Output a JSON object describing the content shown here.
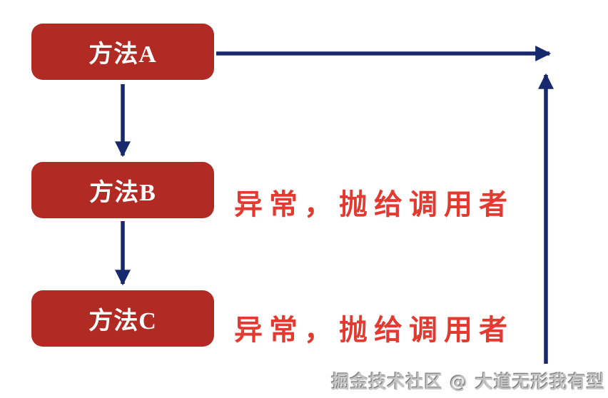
{
  "diagram": {
    "nodes": [
      {
        "id": "method-a",
        "label": "方法A"
      },
      {
        "id": "method-b",
        "label": "方法B"
      },
      {
        "id": "method-c",
        "label": "方法C"
      }
    ],
    "annotations": [
      {
        "target": "method-b",
        "text": "异常，抛给调用者"
      },
      {
        "target": "method-c",
        "text": "异常，抛给调用者"
      }
    ],
    "edges": [
      {
        "from": "method-a",
        "to": "method-b",
        "direction": "down"
      },
      {
        "from": "method-b",
        "to": "method-c",
        "direction": "down"
      },
      {
        "from": "method-a",
        "to": "right",
        "direction": "right"
      },
      {
        "from": "bottom-right",
        "to": "top-right",
        "direction": "up"
      }
    ],
    "watermark": "掘金技术社区 @ 大道无形我有型",
    "colors": {
      "background": "#ffffff",
      "node_fill": "#b12a24",
      "node_text": "#ffffff",
      "arrow": "#17296d",
      "annotation": "#e23a30",
      "watermark_text": "#c4c4c4"
    }
  }
}
